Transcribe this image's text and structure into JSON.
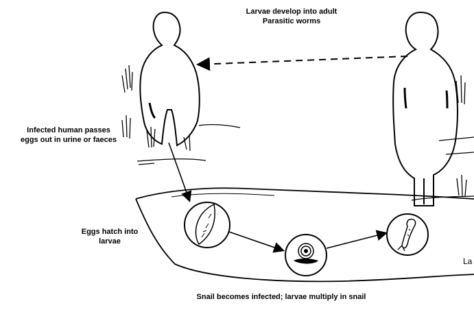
{
  "labels": {
    "adult_line1": "Larvae develop into adult",
    "adult_line2": "Parasitic worms",
    "passes_line1": "Infected human passes",
    "passes_line2": "eggs out in urine or faeces",
    "hatch_line1": "Eggs hatch into",
    "hatch_line2": "larvae",
    "snail": "Snail becomes infected; larvae multiply in snail",
    "edge_fragment": "La"
  },
  "icons": [
    "human-figure-icon",
    "egg-icon",
    "snail-icon",
    "larva-icon",
    "arrow-icon"
  ],
  "colors": {
    "ink": "#000000",
    "background": "#ffffff"
  }
}
